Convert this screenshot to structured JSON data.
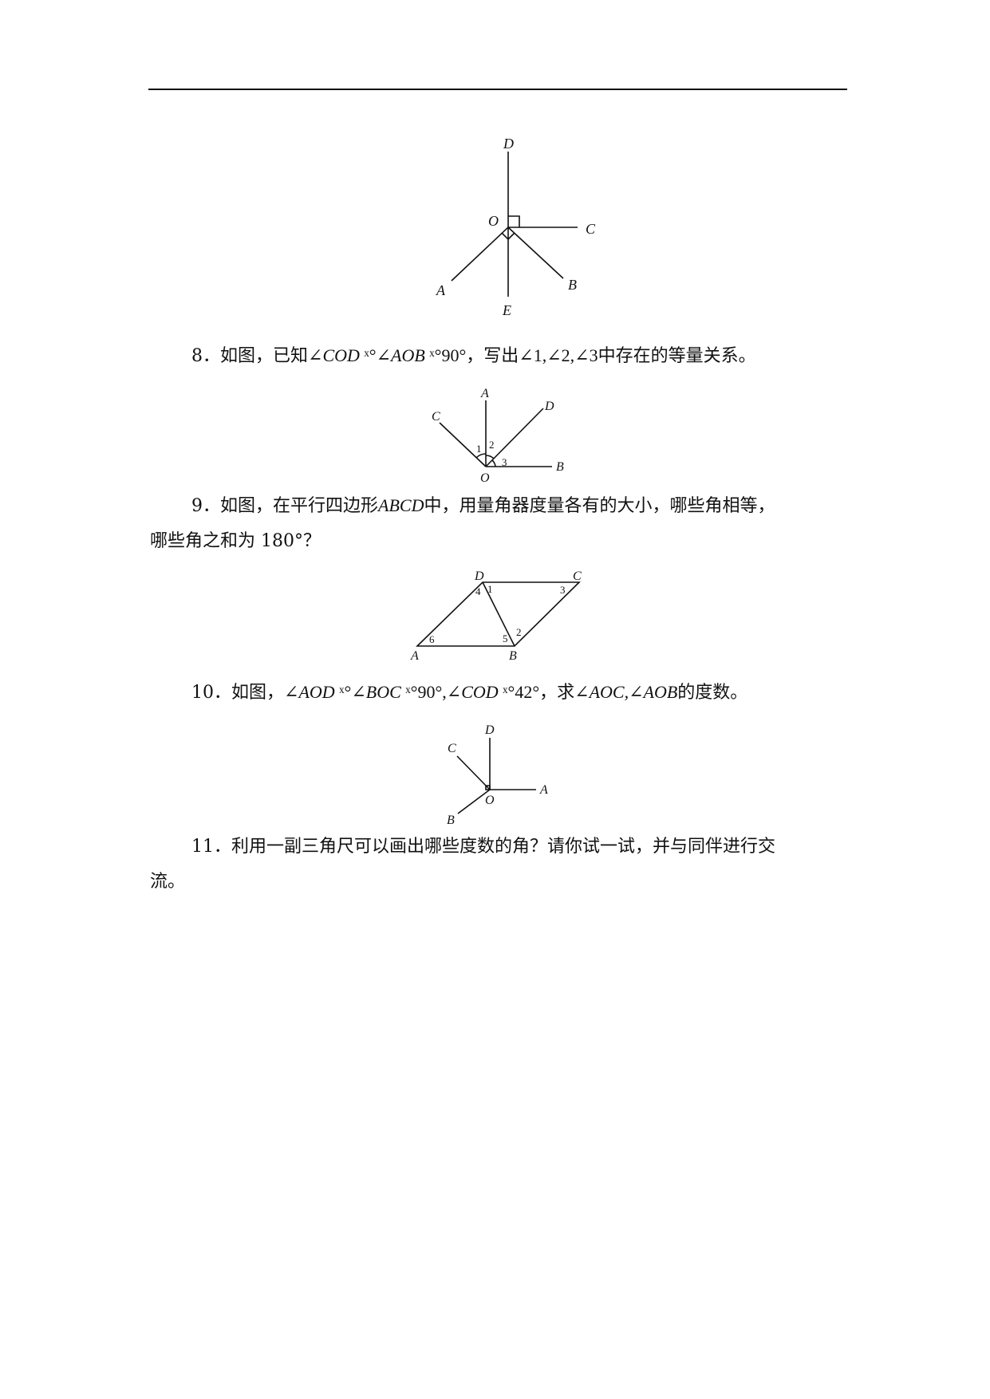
{
  "figure1": {
    "labels": {
      "d": "D",
      "o": "O",
      "c": "C",
      "a": "A",
      "b": "B",
      "e": "E"
    }
  },
  "q8": {
    "number": "8．",
    "text_before": "如图，已知",
    "angle1": "∠COD",
    "eq1": " ˣ°",
    "angle2": "∠AOB",
    "eq2": " ˣ°",
    "value": "90°",
    "text_mid": "，写出",
    "angles": "∠1,∠2,∠3",
    "text_after": "中存在的等量关系。"
  },
  "figure2": {
    "labels": {
      "a": "A",
      "c": "C",
      "d": "D",
      "b": "B",
      "o": "O",
      "n1": "1",
      "n2": "2",
      "n3": "3"
    }
  },
  "q9": {
    "number": "9．",
    "text_before": "如图，在平行四边形",
    "shape": "ABCD",
    "text_after": "中，用量角器度量各有的大小，哪些角相等，",
    "line2": "哪些角之和为 180°？"
  },
  "figure3": {
    "labels": {
      "d": "D",
      "c": "C",
      "a": "A",
      "b": "B",
      "n1": "1",
      "n2": "2",
      "n3": "3",
      "n4": "4",
      "n5": "5",
      "n6": "6"
    }
  },
  "q10": {
    "number": "10．",
    "text_before": "如图，",
    "angle1": "∠AOD",
    "eq1": " ˣ°",
    "angle2": "∠BOC",
    "eq2": " ˣ°",
    "value1": "90°,",
    "angle3": "∠COD",
    "eq3": " ˣ°",
    "value2": "42°",
    "text_mid": "，求",
    "angles": "∠AOC,∠AOB",
    "text_after": "的度数。"
  },
  "figure4": {
    "labels": {
      "d": "D",
      "c": "C",
      "a": "A",
      "o": "O",
      "b": "B"
    }
  },
  "q11": {
    "number": "11．",
    "text": "利用一副三角尺可以画出哪些度数的角？请你试一试，并与同伴进行交",
    "line2": "流。"
  }
}
